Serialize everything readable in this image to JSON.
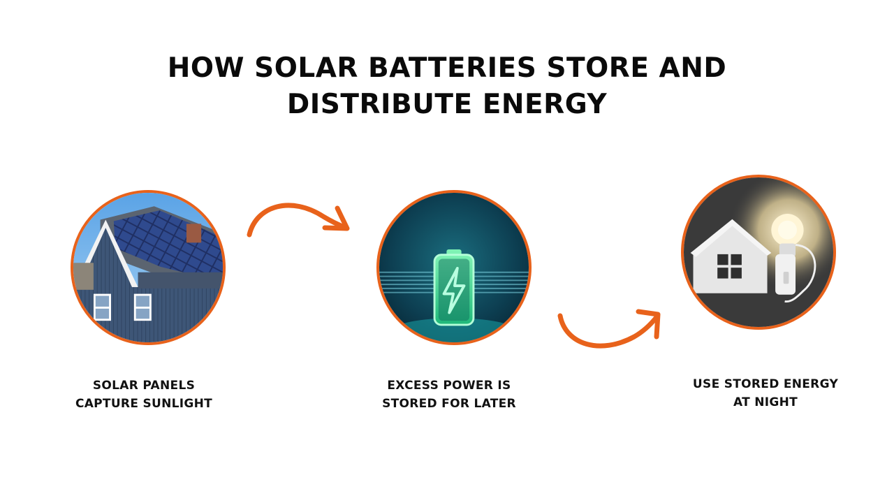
{
  "title": {
    "line1": "HOW SOLAR BATTERIES STORE AND",
    "line2": "DISTRIBUTE ENERGY"
  },
  "steps": [
    {
      "caption_line1": "SOLAR PANELS",
      "caption_line2": "CAPTURE SUNLIGHT",
      "image": "house-with-solar-panels"
    },
    {
      "caption_line1": "EXCESS POWER IS",
      "caption_line2": "STORED FOR LATER",
      "image": "glowing-battery"
    },
    {
      "caption_line1": "USE STORED ENERGY",
      "caption_line2": "AT NIGHT",
      "image": "house-and-light-bulb"
    }
  ],
  "colors": {
    "accent": "#e8621b",
    "text": "#0a0a0a",
    "background": "#ffffff"
  }
}
